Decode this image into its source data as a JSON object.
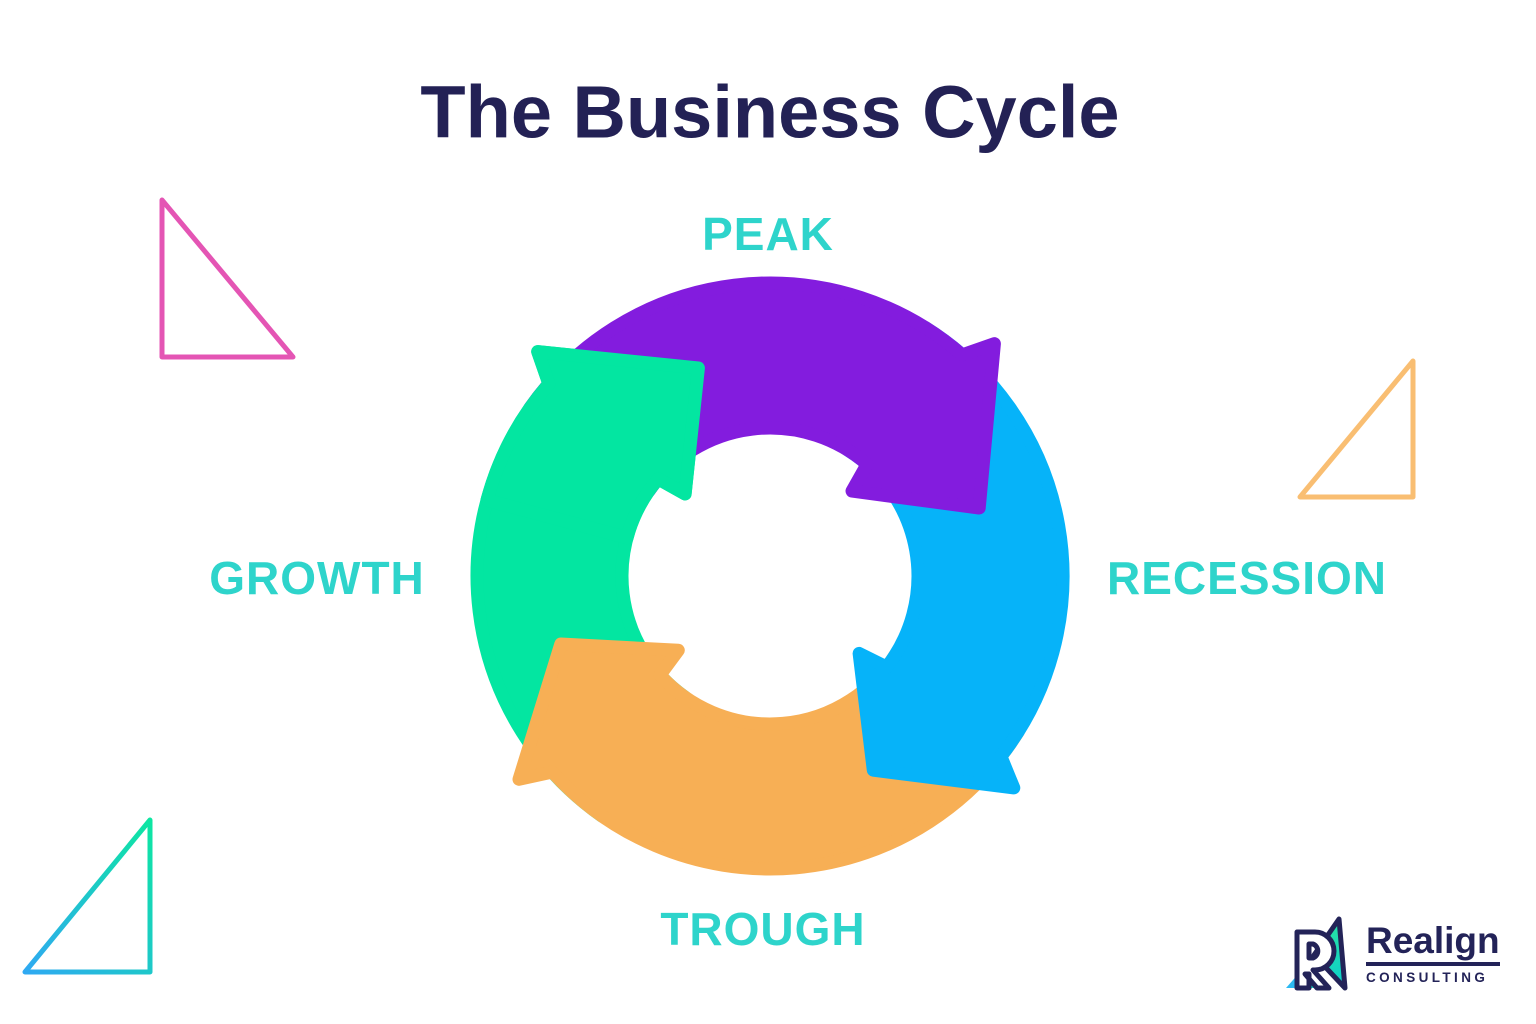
{
  "title": "The Business Cycle",
  "title_color": "#232155",
  "background": "#FFFFFF",
  "cycle": {
    "type": "circular-arrow-cycle",
    "flow": "clockwise",
    "label_color": "#2ED4CB",
    "stages": [
      {
        "label": "PEAK",
        "position": "top",
        "arrow_color": "#831CDE",
        "color_name": "purple"
      },
      {
        "label": "RECESSION",
        "position": "right",
        "arrow_color": "#06B3F9",
        "color_name": "blue"
      },
      {
        "label": "TROUGH",
        "position": "bottom",
        "arrow_color": "#F7AF55",
        "color_name": "orange"
      },
      {
        "label": "GROWTH",
        "position": "left",
        "arrow_color": "#03E6A1",
        "color_name": "green"
      }
    ]
  },
  "branding": {
    "company": "Realign",
    "descriptor": "CONSULTING",
    "text_color": "#232358",
    "logo_colors": {
      "outline": "#232358",
      "sail_green": "#2EE59A",
      "sail_teal": "#10D2C6",
      "triangle_blue": "#2CB9F2",
      "triangle_teal": "#15D8C3"
    }
  },
  "decorations": {
    "triangles": [
      {
        "position": "top-left",
        "stroke_color": "#E455B4"
      },
      {
        "position": "middle-right",
        "stroke_color": "#F9BE72"
      },
      {
        "position": "bottom-left",
        "stroke_color": "#0DE6A2 to #2FA9F2 gradient"
      }
    ]
  }
}
